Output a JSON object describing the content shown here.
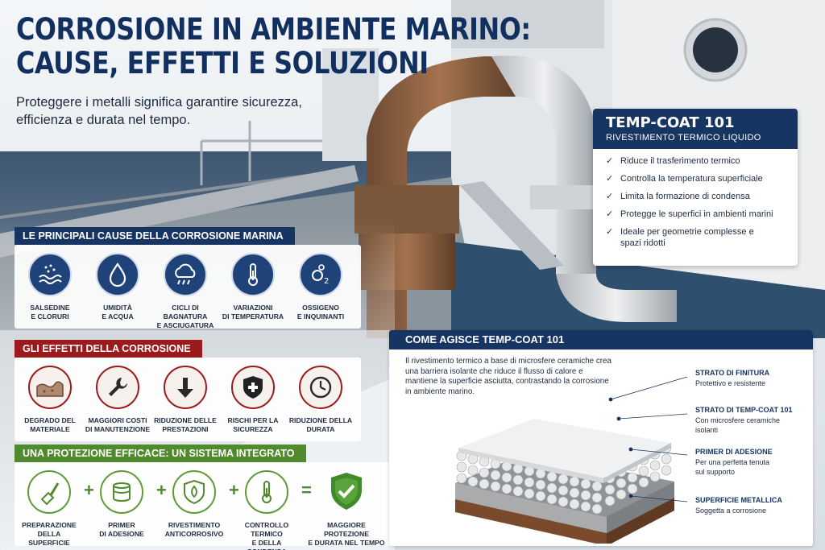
{
  "header": {
    "title_line1": "CORROSIONE IN AMBIENTE MARINO:",
    "title_line2": "CAUSE, EFFETTI E SOLUZIONI",
    "subtitle": "Proteggere i metalli significa garantire sicurezza, efficienza e durata nel tempo."
  },
  "causes": {
    "heading": "LE PRINCIPALI CAUSE DELLA CORROSIONE MARINA",
    "items": [
      {
        "icon": "sea-salt-icon",
        "label1": "SALSEDINE",
        "label2": "E CLORURI"
      },
      {
        "icon": "water-drop-icon",
        "label1": "UMIDITÀ",
        "label2": "E ACQUA"
      },
      {
        "icon": "rain-cloud-icon",
        "label1": "CICLI DI BAGNATURA",
        "label2": "E ASCIUGATURA"
      },
      {
        "icon": "thermometer-icon",
        "label1": "VARIAZIONI",
        "label2": "DI TEMPERATURA"
      },
      {
        "icon": "oxygen-icon",
        "label1": "OSSIGENO",
        "label2": "E INQUINANTI"
      }
    ]
  },
  "effects": {
    "heading": "GLI EFFETTI DELLA CORROSIONE",
    "items": [
      {
        "icon": "material-degradation-icon",
        "label1": "DEGRADO DEL",
        "label2": "MATERIALE"
      },
      {
        "icon": "wrench-icon",
        "label1": "MAGGIORI COSTI",
        "label2": "DI MANUTENZIONE"
      },
      {
        "icon": "arrow-down-icon",
        "label1": "RIDUZIONE DELLE",
        "label2": "PRESTAZIONI"
      },
      {
        "icon": "shield-plus-icon",
        "label1": "RISCHI PER LA",
        "label2": "SICUREZZA"
      },
      {
        "icon": "clock-icon",
        "label1": "RIDUZIONE DELLA",
        "label2": "DURATA"
      }
    ]
  },
  "system": {
    "heading": "UNA PROTEZIONE EFFICACE: UN SISTEMA INTEGRATO",
    "items": [
      {
        "icon": "scraper-icon",
        "label1": "PREPARAZIONE",
        "label2": "DELLA SUPERFICIE"
      },
      {
        "icon": "primer-can-icon",
        "label1": "PRIMER",
        "label2": "DI ADESIONE"
      },
      {
        "icon": "shield-leaf-icon",
        "label1": "RIVESTIMENTO",
        "label2": "ANTICORROSIVO"
      },
      {
        "icon": "thermometer-icon",
        "label1": "CONTROLLO TERMICO",
        "label2": "E DELLA CONDENSA"
      },
      {
        "icon": "shield-check-icon",
        "label1": "MAGGIORE PROTEZIONE",
        "label2": "E DURATA NEL TEMPO"
      }
    ],
    "plus": "+",
    "equals": "="
  },
  "product": {
    "name": "TEMP-COAT 101",
    "subtitle": "RIVESTIMENTO TERMICO LIQUIDO",
    "check": "✓",
    "benefits": [
      "Riduce il trasferimento termico",
      "Controlla la temperatura superficiale",
      "Limita la formazione di condensa",
      "Protegge le superfici in ambienti marini",
      "Ideale per geometrie complesse e spazi ridotti"
    ]
  },
  "how": {
    "heading": "COME AGISCE TEMP-COAT 101",
    "description": "Il rivestimento termico a base di microsfere ceramiche crea una barriera isolante che riduce il flusso di calore e mantiene la superficie asciutta, contrastando la corrosione in ambiente marino.",
    "layers": [
      {
        "title": "STRATO DI FINITURA",
        "sub1": "Protettivo e resistente",
        "sub2": ""
      },
      {
        "title": "STRATO DI TEMP-COAT 101",
        "sub1": "Con microsfere ceramiche",
        "sub2": "isolanti"
      },
      {
        "title": "PRIMER DI ADESIONE",
        "sub1": "Per una perfetta tenuta",
        "sub2": "sul supporto"
      },
      {
        "title": "SUPERFICIE METALLICA",
        "sub1": "Soggetta a corrosione",
        "sub2": ""
      }
    ]
  },
  "colors": {
    "navy": "#173563",
    "red": "#9b1b1d",
    "green": "#4f8a2c"
  }
}
